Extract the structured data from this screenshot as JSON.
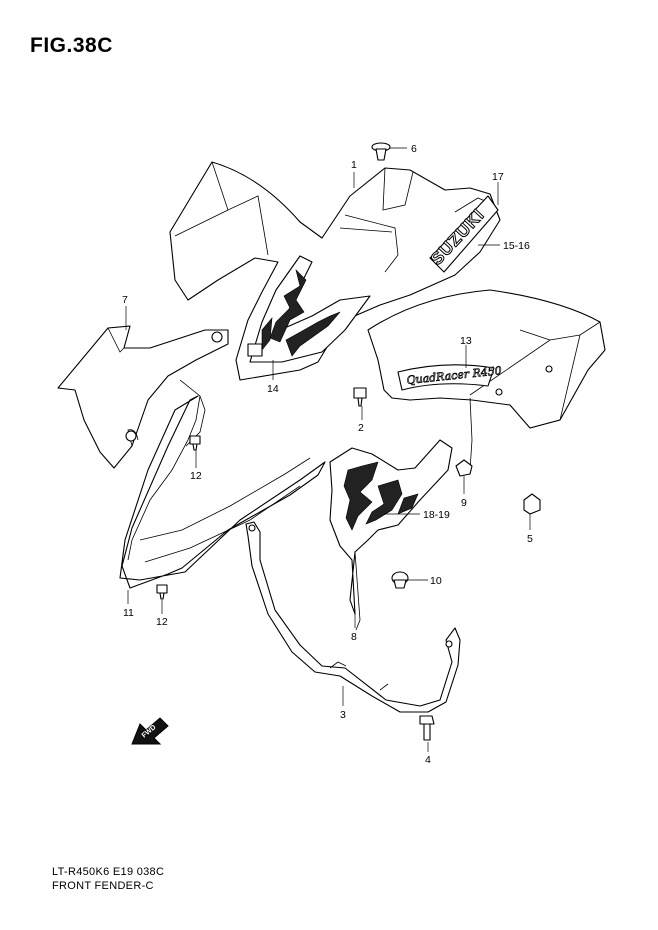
{
  "figure": {
    "title": "FIG.38C"
  },
  "footer": {
    "model_code": "LT-R450K6 E19  038C",
    "section_name": "FRONT FENDER-C"
  },
  "decals": {
    "brand": "SUZUKI",
    "model_script": "QuadRacer R450"
  },
  "fwd_label": "FWD",
  "callouts": {
    "c1": "1",
    "c2": "2",
    "c3": "3",
    "c4": "4",
    "c5": "5",
    "c6": "6",
    "c7": "7",
    "c8": "8",
    "c9": "9",
    "c10": "10",
    "c11": "11",
    "c12a": "12",
    "c12b": "12",
    "c13": "13",
    "c14": "14",
    "c15_16": "15-16",
    "c17": "17",
    "c18_19": "18-19"
  }
}
